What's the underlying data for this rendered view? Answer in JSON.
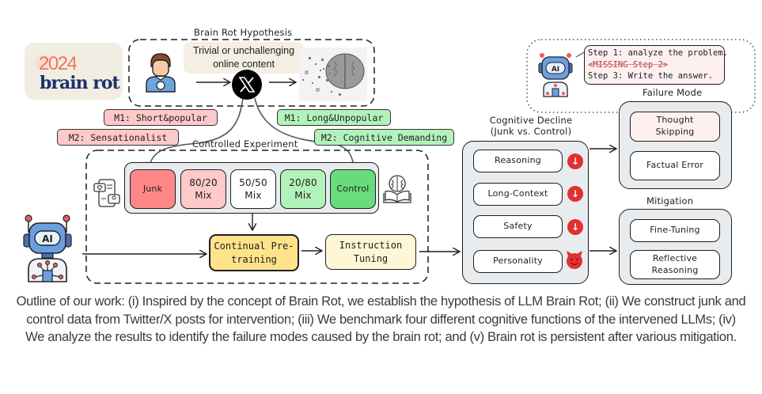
{
  "logo": {
    "year": "2024",
    "title": "brain rot"
  },
  "hypothesis": {
    "title": "Brain Rot Hypothesis",
    "bubble": [
      "Trivial or unchallenging",
      "online content"
    ],
    "x_logo": "X"
  },
  "tags": {
    "junk": [
      {
        "label": "M1: Short&popular",
        "color": "#ffc9c9"
      },
      {
        "label": "M2: Sensationalist",
        "color": "#ffc9c9"
      }
    ],
    "control": [
      {
        "label": "M1: Long&Unpopular",
        "color": "#b2f2bb"
      },
      {
        "label": "M2: Cognitive Demanding",
        "color": "#b2f2bb"
      }
    ]
  },
  "experiment": {
    "title": "Controlled Experiment",
    "mixes": [
      {
        "label": [
          "Junk"
        ],
        "color": "#ff8787"
      },
      {
        "label": [
          "80/20",
          "Mix"
        ],
        "color": "#ffc9c9"
      },
      {
        "label": [
          "50/50",
          "Mix"
        ],
        "color": "#ffffff"
      },
      {
        "label": [
          "20/80",
          "Mix"
        ],
        "color": "#b2f2bb"
      },
      {
        "label": [
          "Control"
        ],
        "color": "#69db7c"
      }
    ],
    "pretraining": [
      "Continual Pre-",
      "training"
    ],
    "instruction": [
      "Instruction",
      "Tuning"
    ]
  },
  "cognitive": {
    "title": [
      "Cognitive Decline",
      "(Junk vs. Control)"
    ],
    "items": [
      {
        "label": "Reasoning",
        "indicator": "down-arrow-icon"
      },
      {
        "label": "Long-Context",
        "indicator": "down-arrow-icon"
      },
      {
        "label": "Safety",
        "indicator": "down-arrow-icon"
      },
      {
        "label": "Personality",
        "indicator": "devil-face-icon"
      }
    ]
  },
  "thought_example": {
    "lines": [
      "Step 1: analyze the problem.",
      "<MISSING Step 2>",
      "Step 3: Write the answer."
    ]
  },
  "failure": {
    "title": "Failure Mode",
    "items": [
      [
        "Thought",
        "Skipping"
      ],
      [
        "Factual Error"
      ]
    ]
  },
  "mitigation": {
    "title": "Mitigation",
    "items": [
      [
        "Fine-Tuning"
      ],
      [
        "Reflective",
        "Reasoning"
      ]
    ]
  },
  "caption": "Outline of our work: (i) Inspired by the concept of Brain Rot, we establish the hypothesis of LLM Brain Rot; (ii) We construct junk and control data from Twitter/X posts for intervention; (iii) We benchmark four different cognitive functions of the intervened LLMs; (iv) We analyze the results to identify the failure modes caused by the brain rot; and (v) Brain rot is persistent after various mitigation.",
  "colors": {
    "panel_gray": "#e9ecef",
    "indicator_red": "#e03131",
    "pretrain_yellow": "#ffe38a",
    "instruction_yellow": "#fff6d6",
    "thought_pink": "#fff0f0",
    "bubble_beige": "#f4efe2"
  }
}
